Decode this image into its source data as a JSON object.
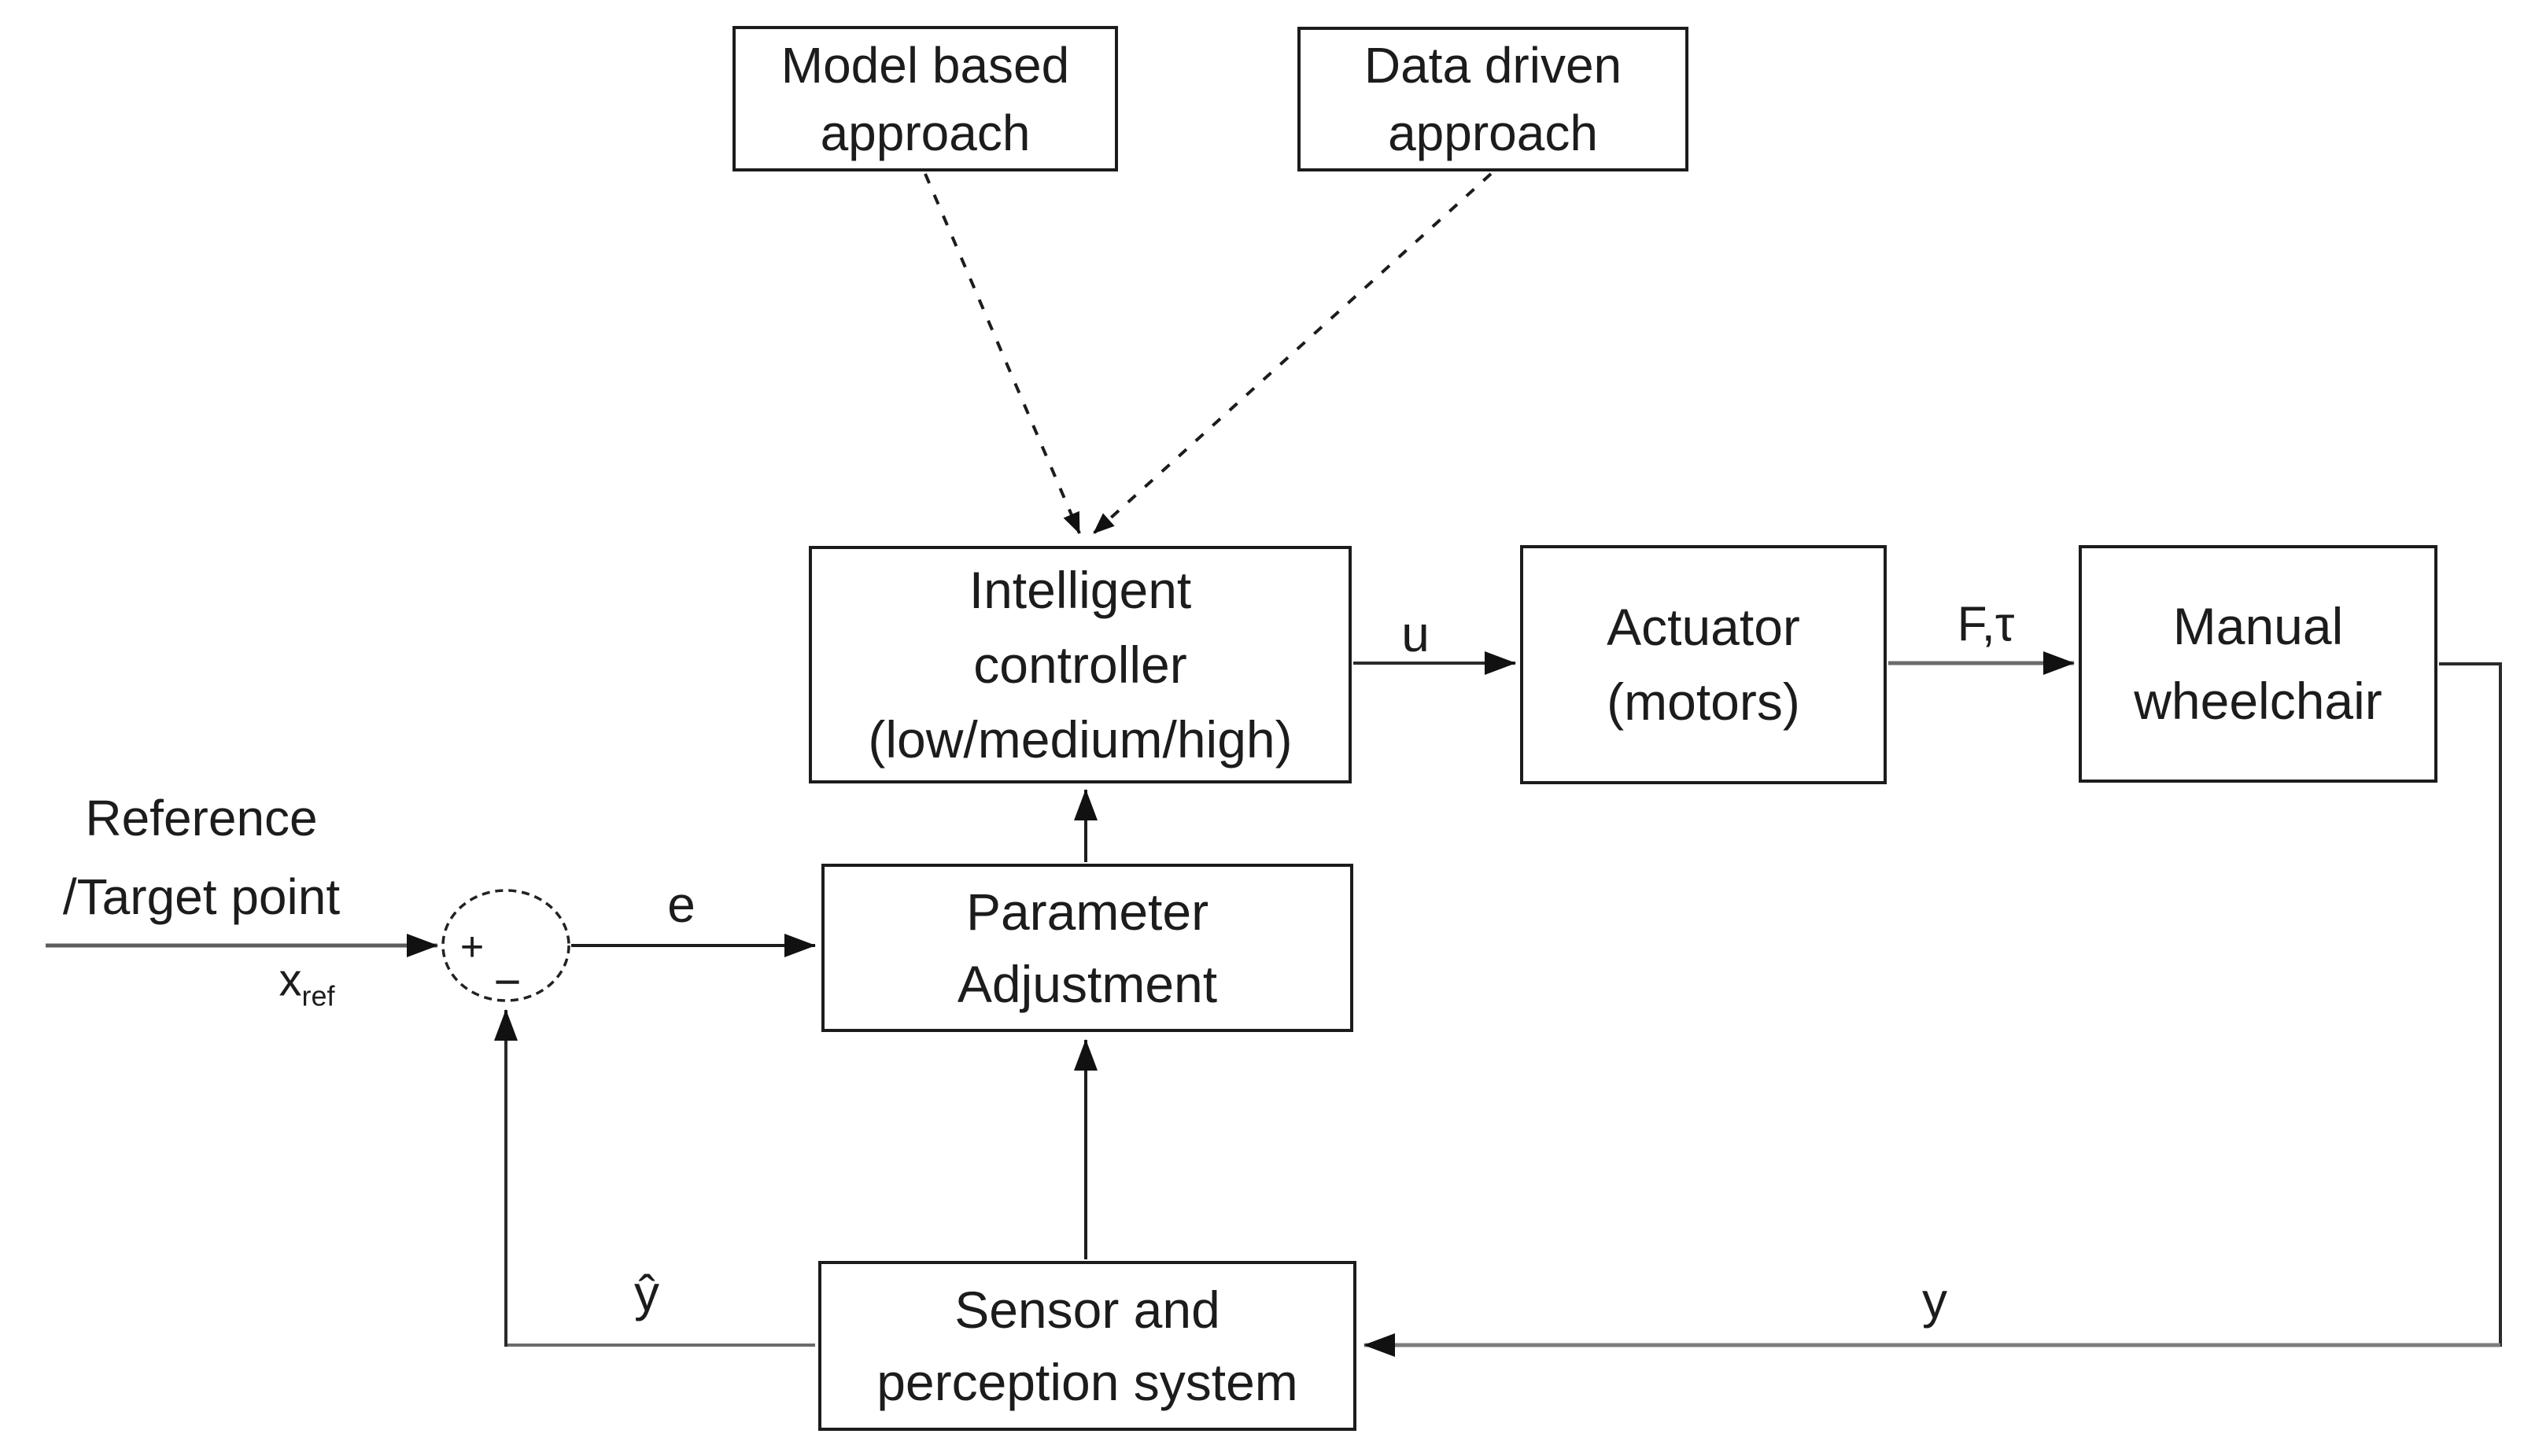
{
  "figure": {
    "background": "#ffffff",
    "ink_color": "#1c1c1c",
    "gray_line_color": "#7c7c7c",
    "boxes": {
      "model_based": {
        "line1": "Model based",
        "line2": "approach"
      },
      "data_driven": {
        "line1": "Data driven",
        "line2": "approach"
      },
      "intelligent_controller": {
        "line1": "Intelligent",
        "line2": "controller",
        "line3": "(low/medium/high)"
      },
      "actuator": {
        "line1": "Actuator",
        "line2": "(motors)"
      },
      "manual_wheelchair": {
        "line1": "Manual",
        "line2": "wheelchair"
      },
      "parameter_adjustment": {
        "line1": "Parameter",
        "line2": "Adjustment"
      },
      "sensor_perception": {
        "line1": "Sensor and",
        "line2": "perception system"
      }
    },
    "labels": {
      "reference_line1": "Reference",
      "reference_line2": "/Target point",
      "xref_base": "x",
      "xref_sub": "ref",
      "error": "e",
      "control_signal": "u",
      "force_torque": "F,τ",
      "output": "y",
      "estimated_output": "ŷ",
      "sum_plus": "+",
      "sum_minus": "−"
    }
  }
}
